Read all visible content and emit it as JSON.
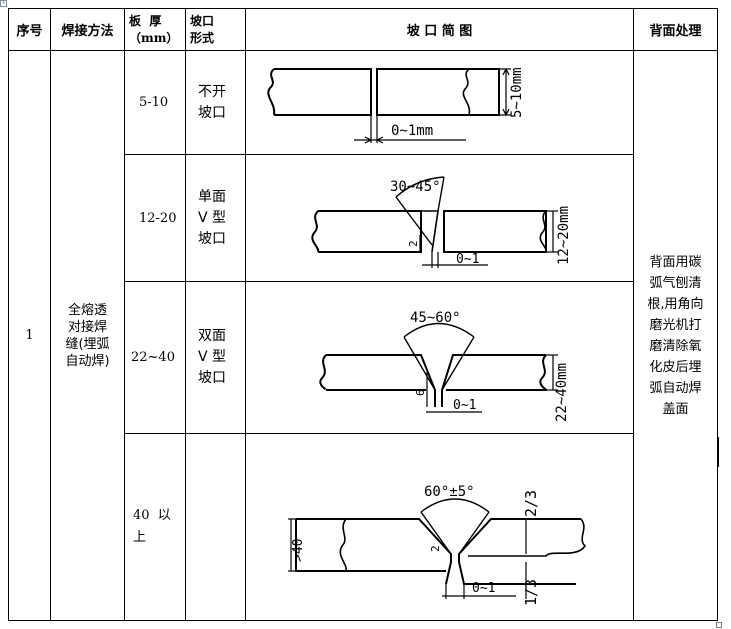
{
  "header": {
    "seq": "序号",
    "method": "焊接方法",
    "thickness_line1": "板  厚",
    "thickness_line2": "（mm）",
    "form_line1": "坡口",
    "form_line2": "形式",
    "figure": "坡 口 简 图",
    "back": "背面处理"
  },
  "row": {
    "seq": "1",
    "method_lines": [
      "全熔透",
      "对接焊",
      "缝(埋弧",
      "自动焊)"
    ],
    "back_lines": [
      "背面用碳",
      "弧气刨清",
      "根,用角向",
      "磨光机打",
      "磨清除氧",
      "化皮后埋",
      "弧自动焊",
      "盖面"
    ]
  },
  "sub_rows": [
    {
      "thickness": "5-10",
      "form_lines": [
        "不开",
        "坡口"
      ],
      "dim_thickness": "5~10mm",
      "dim_gap": "0~1mm"
    },
    {
      "thickness": "12-20",
      "form_lines": [
        "单面",
        "V 型",
        "坡口"
      ],
      "dim_angle": "30~45°",
      "dim_thickness": "12~20mm",
      "dim_root": "2",
      "dim_gap": "0~1"
    },
    {
      "thickness": "22~40",
      "form_lines": [
        "双面",
        "V 型",
        "坡口"
      ],
      "dim_angle": "45~60°",
      "dim_thickness": "22~40mm",
      "dim_root": "6",
      "dim_gap": "0~1"
    },
    {
      "thickness_lines": [
        "40  以",
        "上"
      ],
      "form_lines": [],
      "dim_angle": "60°±5°",
      "dim_thickness": ">40",
      "dim_root": "2",
      "dim_gap": "0~1",
      "dim_top": "2/3",
      "dim_bottom": "1/3"
    }
  ]
}
